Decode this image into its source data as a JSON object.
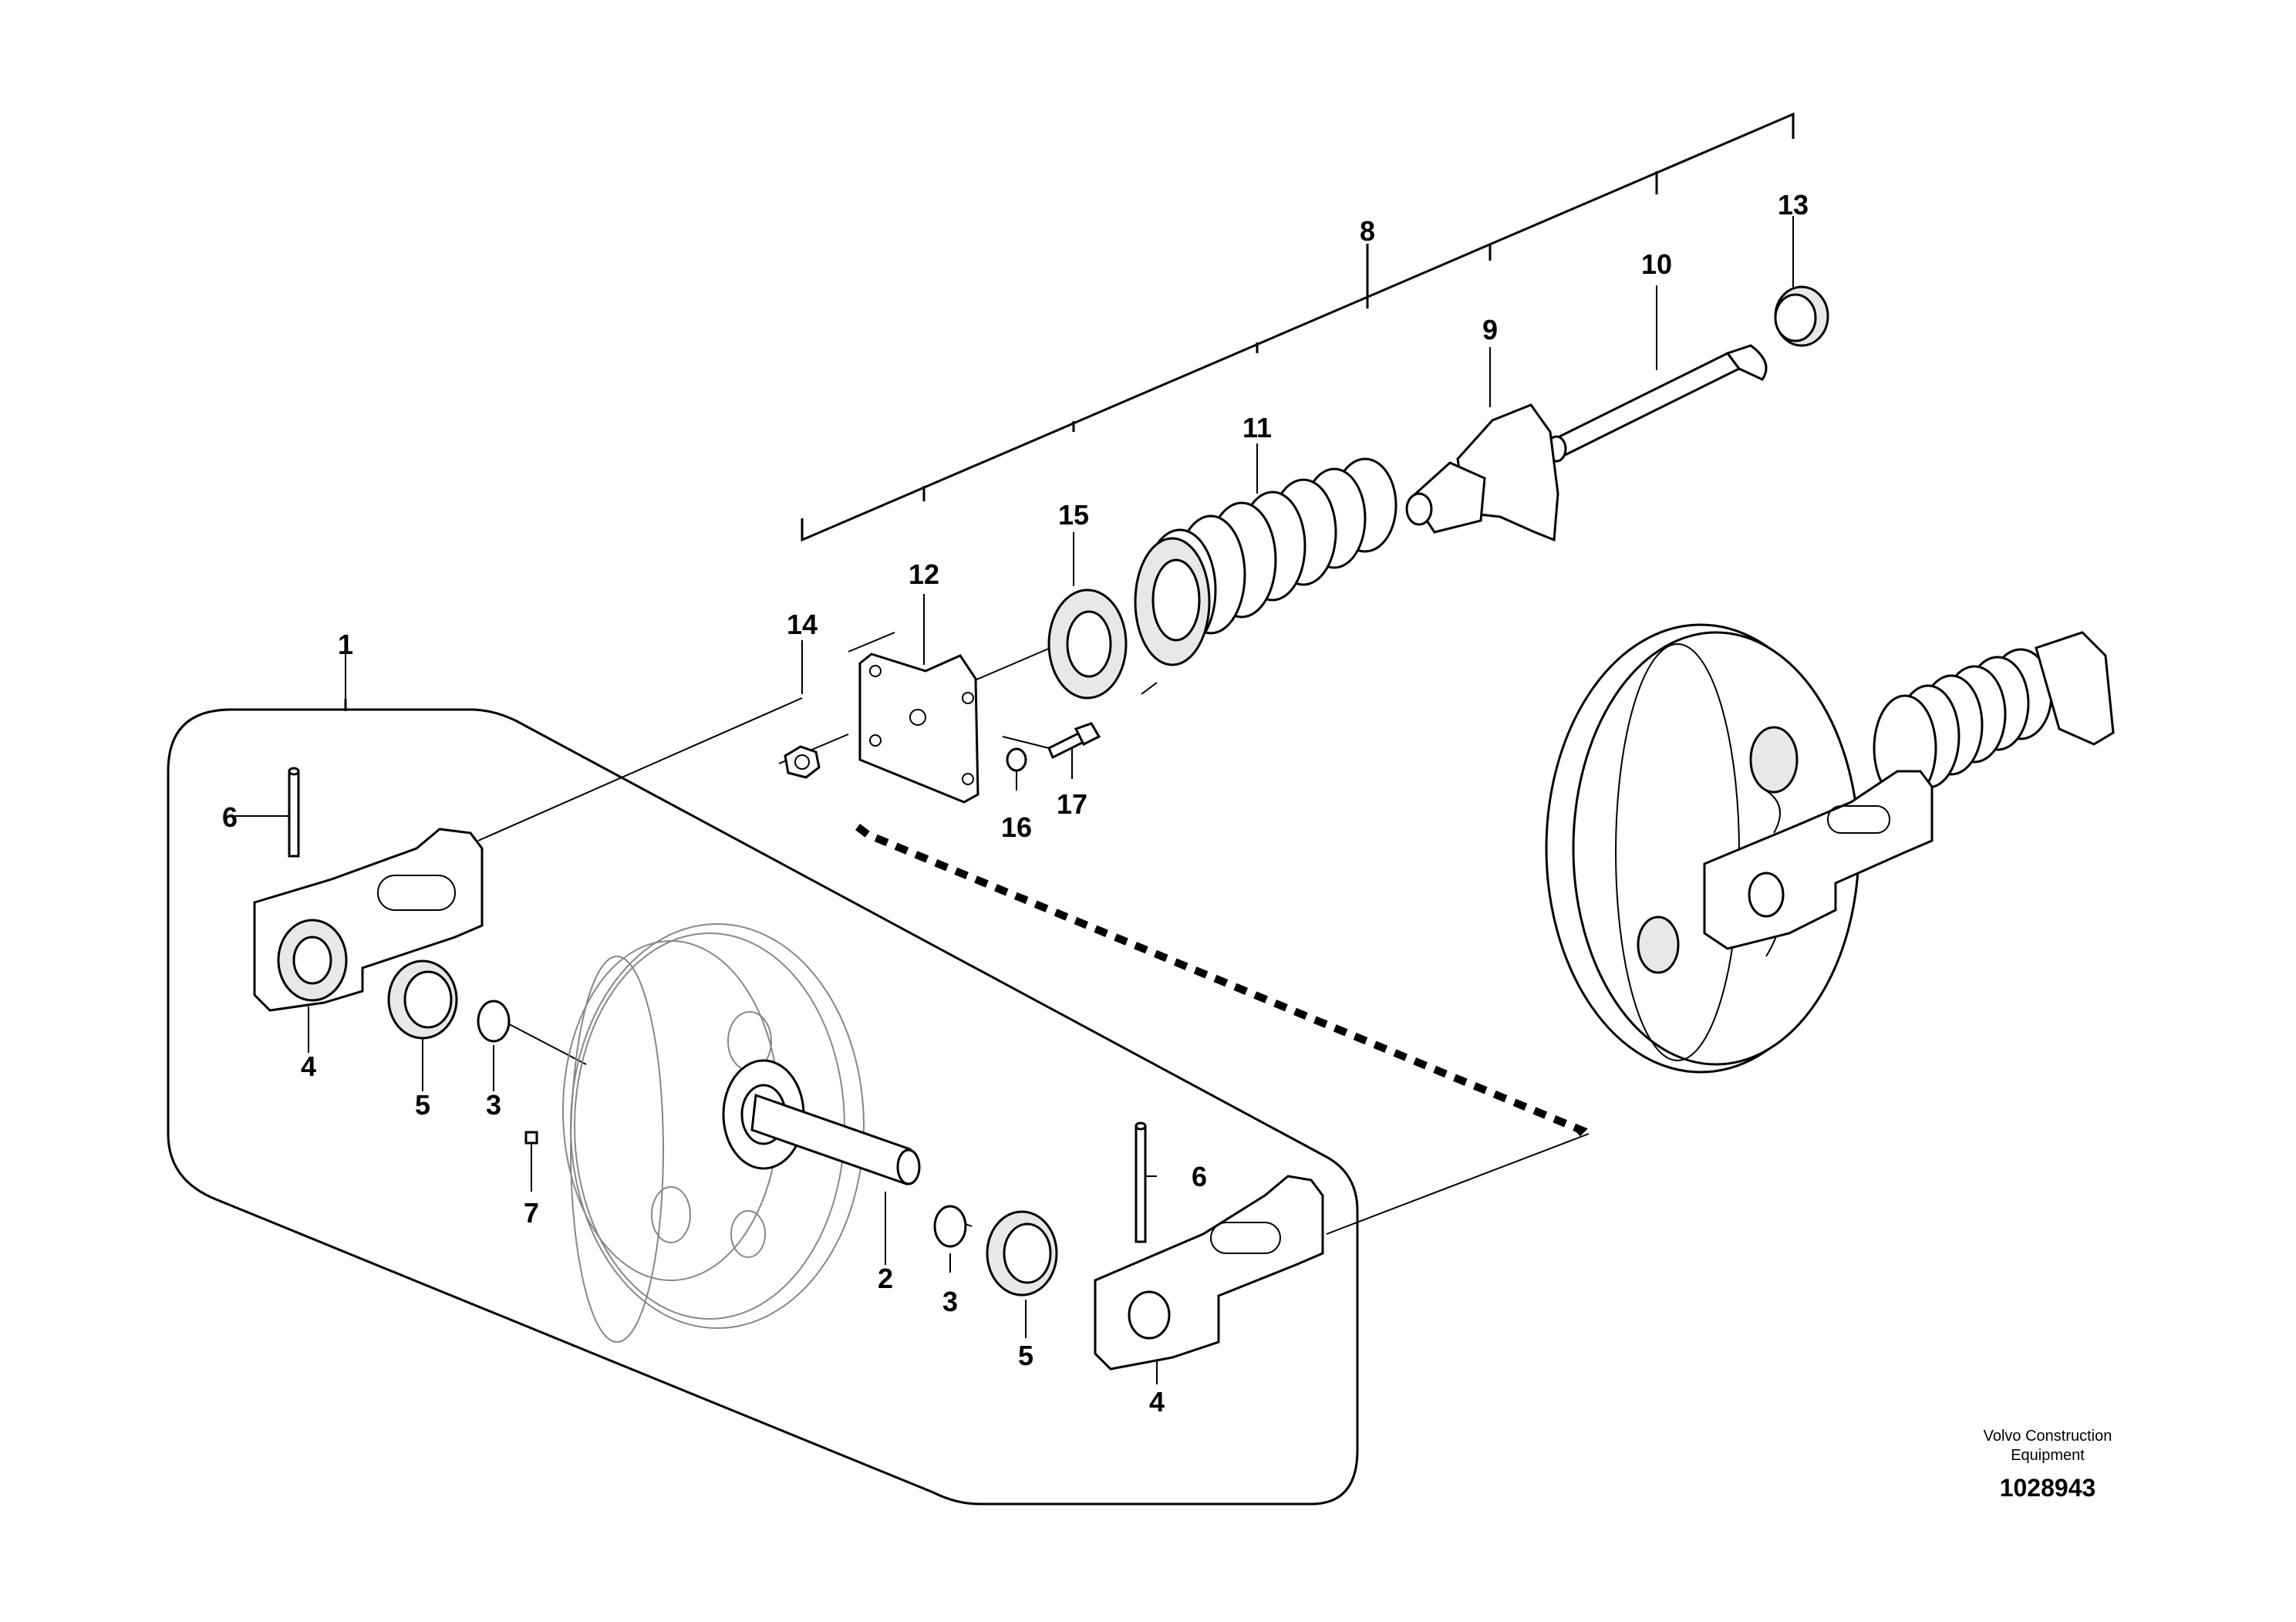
{
  "diagram": {
    "callouts": [
      {
        "id": "c1",
        "text": "1"
      },
      {
        "id": "c2",
        "text": "2"
      },
      {
        "id": "c3a",
        "text": "3"
      },
      {
        "id": "c3b",
        "text": "3"
      },
      {
        "id": "c4a",
        "text": "4"
      },
      {
        "id": "c4b",
        "text": "4"
      },
      {
        "id": "c5a",
        "text": "5"
      },
      {
        "id": "c5b",
        "text": "5"
      },
      {
        "id": "c6a",
        "text": "6"
      },
      {
        "id": "c6b",
        "text": "6"
      },
      {
        "id": "c7",
        "text": "7"
      },
      {
        "id": "c8",
        "text": "8"
      },
      {
        "id": "c9",
        "text": "9"
      },
      {
        "id": "c10",
        "text": "10"
      },
      {
        "id": "c11",
        "text": "11"
      },
      {
        "id": "c12",
        "text": "12"
      },
      {
        "id": "c13",
        "text": "13"
      },
      {
        "id": "c14",
        "text": "14"
      },
      {
        "id": "c15",
        "text": "15"
      },
      {
        "id": "c16",
        "text": "16"
      },
      {
        "id": "c17",
        "text": "17"
      }
    ]
  },
  "footer": {
    "brand_line1": "Volvo Construction",
    "brand_line2": "Equipment",
    "doc_number": "1028943"
  }
}
